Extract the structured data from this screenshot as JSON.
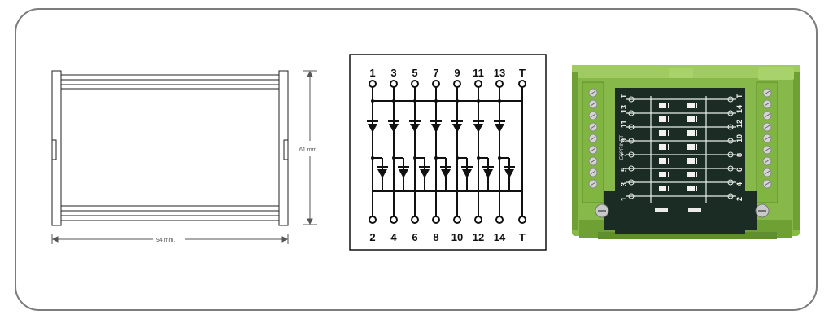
{
  "dimensions": {
    "height_label": "61 mm.",
    "width_label": "94 mm."
  },
  "schematic": {
    "top_pins": [
      "1",
      "3",
      "5",
      "7",
      "9",
      "11",
      "13",
      "T"
    ],
    "bottom_pins": [
      "2",
      "4",
      "6",
      "8",
      "10",
      "12",
      "14",
      "T"
    ]
  },
  "product_photo": {
    "left_terminal_labels": [
      "1",
      "3",
      "5",
      "7",
      "9",
      "11",
      "13",
      "T"
    ],
    "right_terminal_labels": [
      "2",
      "4",
      "6",
      "8",
      "10",
      "12",
      "14",
      "T"
    ],
    "board_text": "ESPRINET",
    "colors": {
      "housing": "#86b94a",
      "housing_dark": "#5f8f2c",
      "pcb": "#1b2c24",
      "trace": "#e9efe9"
    }
  }
}
